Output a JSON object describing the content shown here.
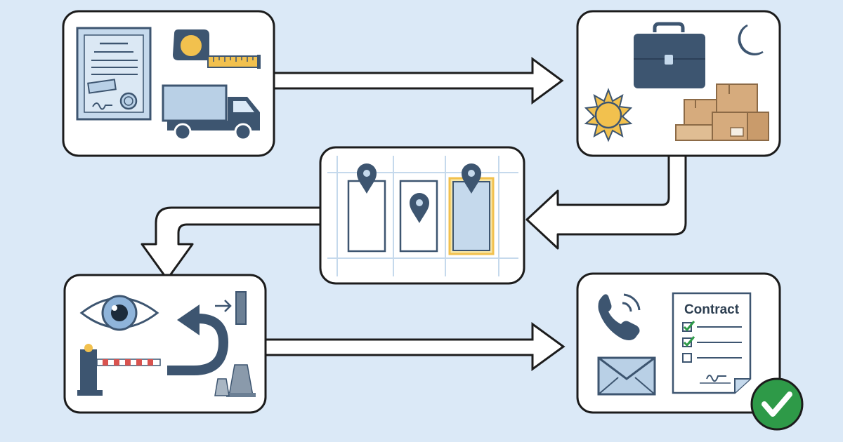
{
  "diagram": {
    "steps": [
      {
        "id": "paperwork-and-transport",
        "icons": [
          "document-icon",
          "tape-measure-icon",
          "truck-icon"
        ]
      },
      {
        "id": "storage-timing",
        "icons": [
          "briefcase-icon",
          "moon-icon",
          "sun-icon",
          "boxes-icon"
        ]
      },
      {
        "id": "unit-selection",
        "icons": [
          "map-grid-icon",
          "location-pin-icon"
        ]
      },
      {
        "id": "site-inspection",
        "icons": [
          "eye-icon",
          "u-turn-arrow-icon",
          "entrance-icon",
          "barrier-gate-icon",
          "traffic-cone-icon"
        ]
      },
      {
        "id": "contract-and-contact",
        "icons": [
          "phone-icon",
          "envelope-icon",
          "contract-document-icon",
          "checkmark-icon"
        ]
      }
    ],
    "contract_title": "Contract"
  },
  "colors": {
    "background": "#dbe9f7",
    "card_fill": "#ffffff",
    "outline": "#1c1c1c",
    "icon_dark": "#3d5570",
    "icon_light": "#b9d0e6",
    "accent_yellow": "#f2c14e",
    "box_brown": "#d6ab7d",
    "check_green": "#2e9a48"
  }
}
